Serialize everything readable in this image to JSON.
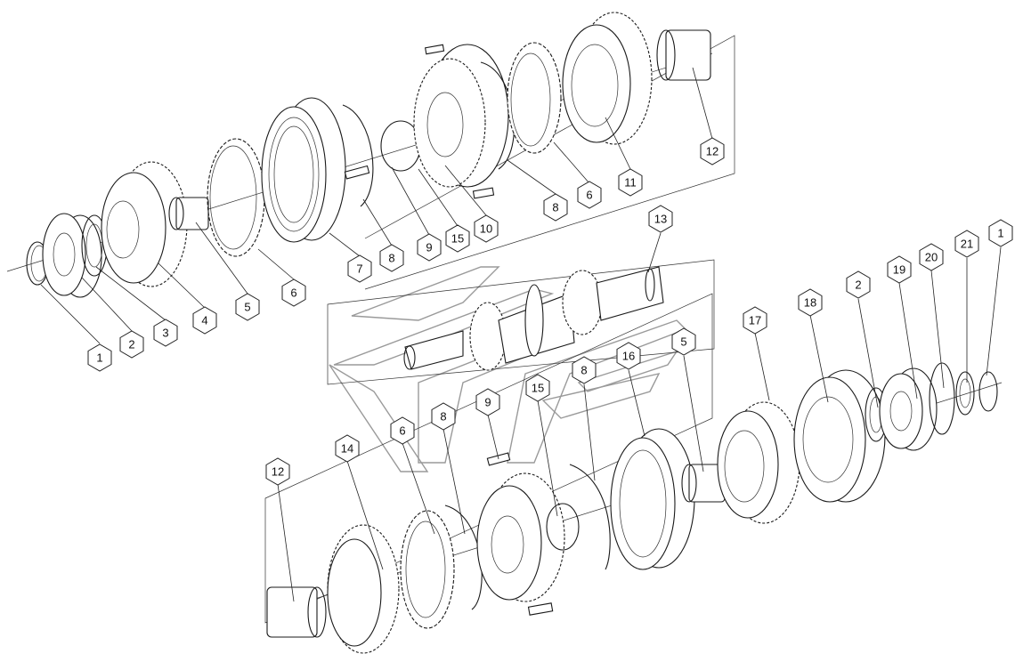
{
  "callouts": [
    {
      "id": "c1a",
      "label": "1"
    },
    {
      "id": "c2a",
      "label": "2"
    },
    {
      "id": "c3",
      "label": "3"
    },
    {
      "id": "c4",
      "label": "4"
    },
    {
      "id": "c5a",
      "label": "5"
    },
    {
      "id": "c6a",
      "label": "6"
    },
    {
      "id": "c7",
      "label": "7"
    },
    {
      "id": "c8a",
      "label": "8"
    },
    {
      "id": "c9a",
      "label": "9"
    },
    {
      "id": "c15a",
      "label": "15"
    },
    {
      "id": "c10",
      "label": "10"
    },
    {
      "id": "c8b",
      "label": "8"
    },
    {
      "id": "c6b",
      "label": "6"
    },
    {
      "id": "c11",
      "label": "11"
    },
    {
      "id": "c12a",
      "label": "12"
    },
    {
      "id": "c13",
      "label": "13"
    },
    {
      "id": "c17",
      "label": "17"
    },
    {
      "id": "c18",
      "label": "18"
    },
    {
      "id": "c2b",
      "label": "2"
    },
    {
      "id": "c19",
      "label": "19"
    },
    {
      "id": "c20",
      "label": "20"
    },
    {
      "id": "c21",
      "label": "21"
    },
    {
      "id": "c1b",
      "label": "1"
    },
    {
      "id": "c5b",
      "label": "5"
    },
    {
      "id": "c16",
      "label": "16"
    },
    {
      "id": "c8c",
      "label": "8"
    },
    {
      "id": "c15b",
      "label": "15"
    },
    {
      "id": "c9b",
      "label": "9"
    },
    {
      "id": "c8d",
      "label": "8"
    },
    {
      "id": "c6c",
      "label": "6"
    },
    {
      "id": "c14",
      "label": "14"
    },
    {
      "id": "c12b",
      "label": "12"
    }
  ]
}
